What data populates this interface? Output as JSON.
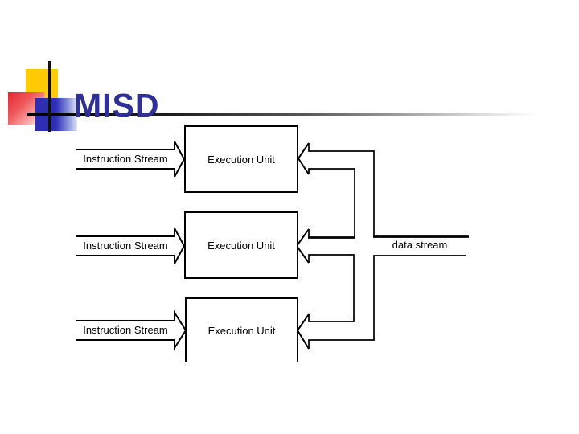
{
  "slide": {
    "title": "MISD"
  },
  "diagram": {
    "execution_units": [
      {
        "label": "Execution Unit"
      },
      {
        "label": "Execution Unit"
      },
      {
        "label": "Execution Unit"
      }
    ],
    "instruction_streams": [
      {
        "label": "Instruction Stream"
      },
      {
        "label": "Instruction Stream"
      },
      {
        "label": "Instruction Stream"
      }
    ],
    "data_stream_label": "data stream"
  },
  "decoration": {
    "yellow_square_color": "#ffcb05",
    "red_square_color": "#e4262c",
    "blue_square_color": "#2e2eb5",
    "crosshair_line_color": "#111111",
    "title_color": "#2f3095"
  }
}
